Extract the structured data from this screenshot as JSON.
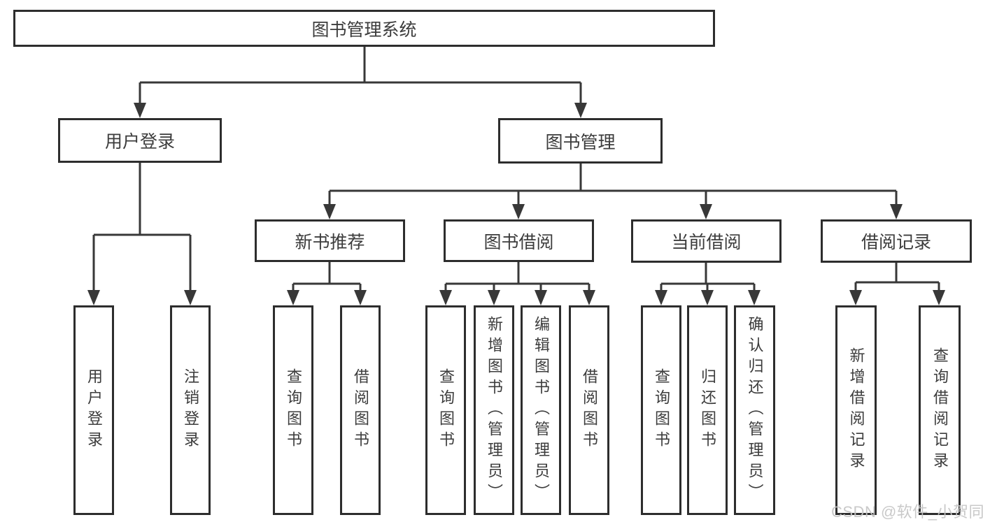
{
  "diagram_title": "图书管理系统",
  "watermark": "CSDN @软件_小贺同学",
  "colors": {
    "line": "#383838",
    "box_border": "#2d2d2d",
    "text": "#3c3c3c",
    "watermark": "#c4c4c4",
    "background": "#ffffff"
  },
  "tree": {
    "label": "图书管理系统",
    "children": [
      {
        "label": "用户登录",
        "children": [
          {
            "label": "用户登录"
          },
          {
            "label": "注销登录"
          }
        ]
      },
      {
        "label": "图书管理",
        "children": [
          {
            "label": "新书推荐",
            "children": [
              {
                "label": "查询图书"
              },
              {
                "label": "借阅图书"
              }
            ]
          },
          {
            "label": "图书借阅",
            "children": [
              {
                "label": "查询图书"
              },
              {
                "label": "新增图书（管理员）"
              },
              {
                "label": "编辑图书（管理员）"
              },
              {
                "label": "借阅图书"
              }
            ]
          },
          {
            "label": "当前借阅",
            "children": [
              {
                "label": "查询图书"
              },
              {
                "label": "归还图书"
              },
              {
                "label": "确认归还（管理员）"
              }
            ]
          },
          {
            "label": "借阅记录",
            "children": [
              {
                "label": "新增借阅记录"
              },
              {
                "label": "查询借阅记录"
              }
            ]
          }
        ]
      }
    ]
  }
}
